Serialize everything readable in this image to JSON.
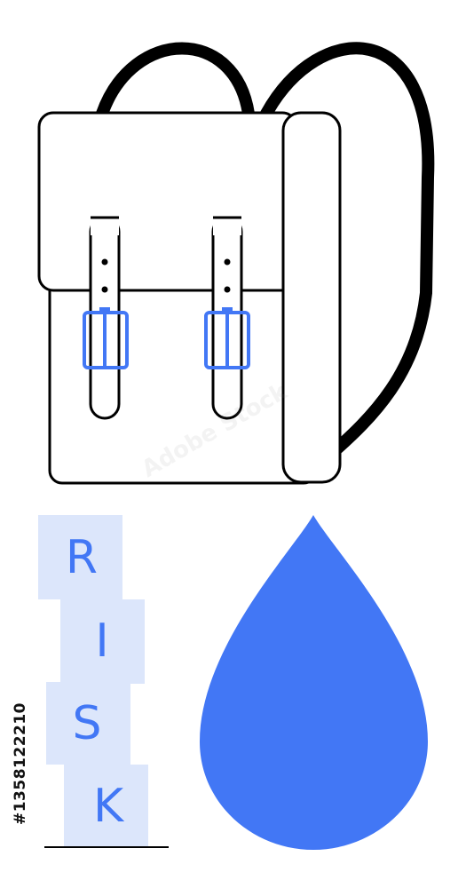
{
  "illustration": {
    "risk_blocks": [
      "R",
      "I",
      "S",
      "K"
    ],
    "stock_id": "#1358122210",
    "watermark": "Adobe Stock"
  },
  "colors": {
    "outline": "#000000",
    "accent_blue": "#4277f5",
    "block_fill": "#dce6fb",
    "background": "#ffffff"
  },
  "icons": [
    "backpack-icon",
    "water-drop-icon"
  ]
}
